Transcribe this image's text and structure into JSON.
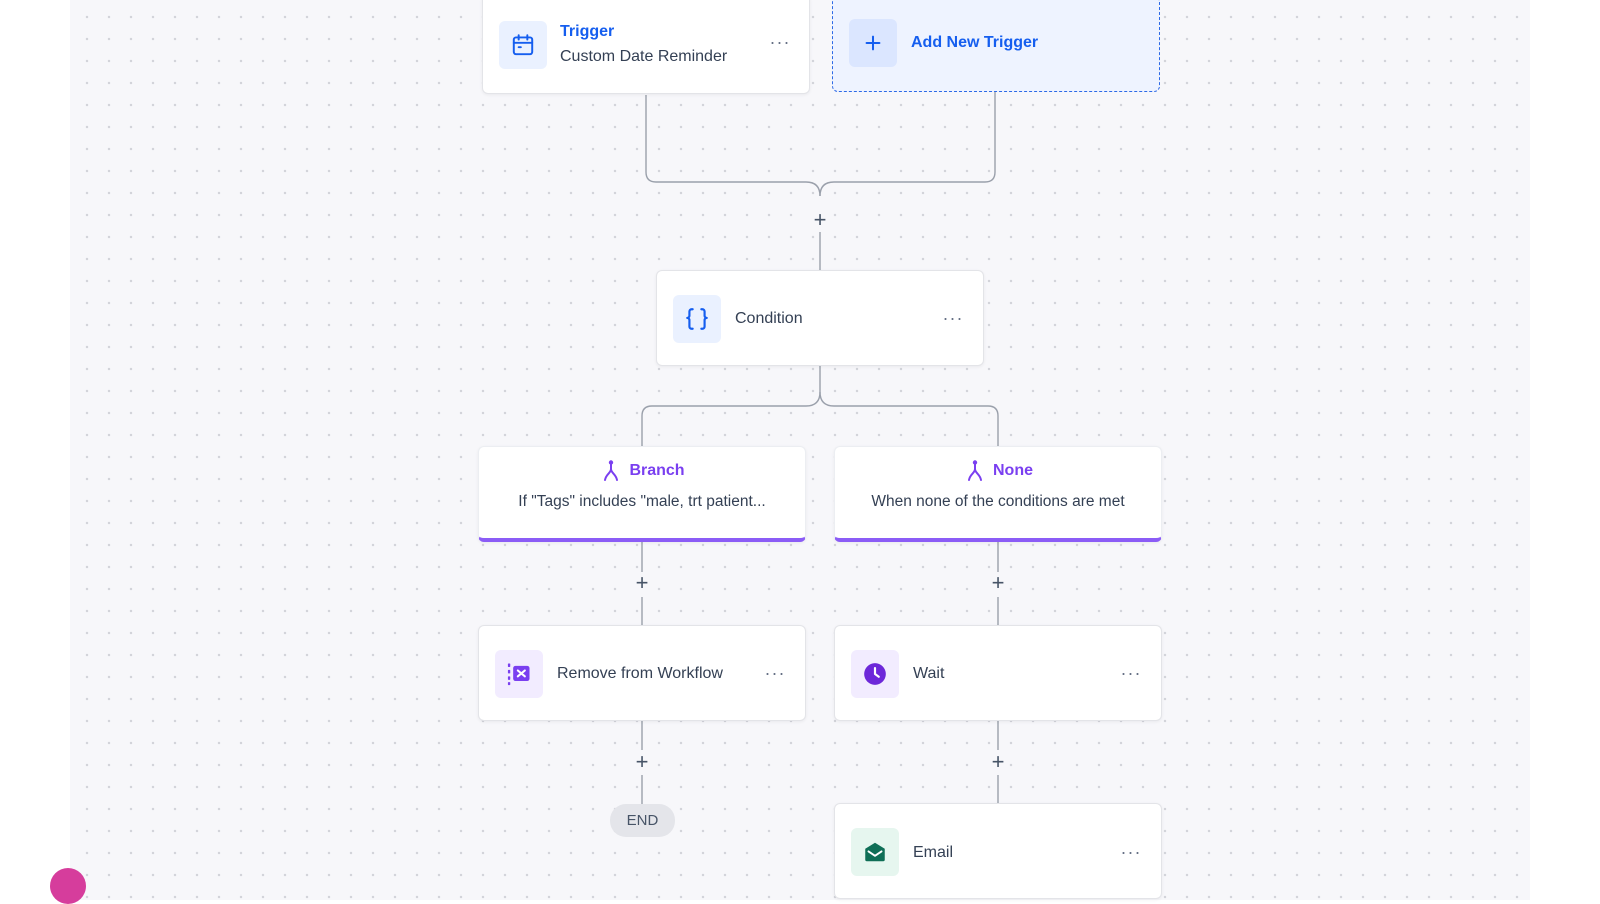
{
  "colors": {
    "canvas_bg": "#f7f7fa",
    "accent_blue": "#155eef",
    "branch_purple": "#8b5cf6",
    "email_green": "#0f6e56"
  },
  "trigger": {
    "title": "Trigger",
    "subtitle": "Custom Date Reminder",
    "icon": "calendar-icon",
    "more": "···"
  },
  "add_trigger": {
    "label": "Add New Trigger",
    "icon": "plus-icon"
  },
  "condition": {
    "label": "Condition",
    "icon": "curly-braces-icon",
    "more": "···"
  },
  "branches": [
    {
      "title": "Branch",
      "description": "If \"Tags\" includes \"male, trt patient...",
      "icon": "branch-fork-icon"
    },
    {
      "title": "None",
      "description": "When none of the conditions are met",
      "icon": "branch-fork-icon"
    }
  ],
  "actions": {
    "remove_from_workflow": {
      "label": "Remove from Workflow",
      "icon": "remove-from-workflow-icon",
      "more": "···"
    },
    "wait": {
      "label": "Wait",
      "icon": "clock-icon",
      "more": "···"
    },
    "email": {
      "label": "Email",
      "icon": "email-icon",
      "more": "···"
    }
  },
  "add_step_symbol": "+",
  "end_label": "END"
}
